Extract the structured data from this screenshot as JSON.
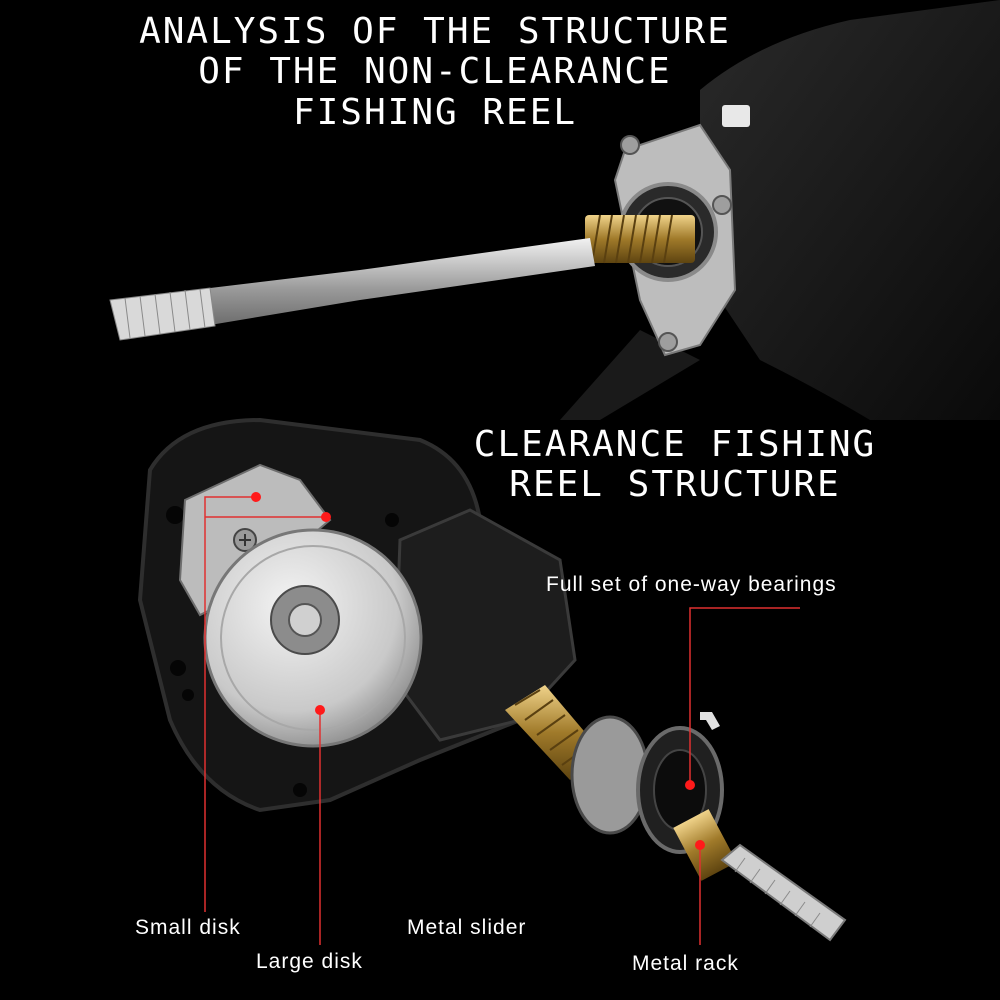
{
  "title_top": {
    "lines": [
      "ANALYSIS OF THE STRUCTURE",
      "OF THE NON-CLEARANCE",
      "FISHING REEL"
    ]
  },
  "title_middle": {
    "lines": [
      "CLEARANCE FISHING",
      "REEL STRUCTURE"
    ]
  },
  "callouts": {
    "one_way_bearings": "Full set of one-way bearings",
    "small_disk": "Small disk",
    "large_disk": "Large disk",
    "metal_slider": "Metal slider",
    "metal_rack": "Metal rack"
  },
  "colors": {
    "background": "#000000",
    "text": "#ffffff",
    "marker": "#ff1a1a",
    "leader_line": "#e03030",
    "brass": "#b08a3a",
    "metal": "#c8c8c8"
  }
}
